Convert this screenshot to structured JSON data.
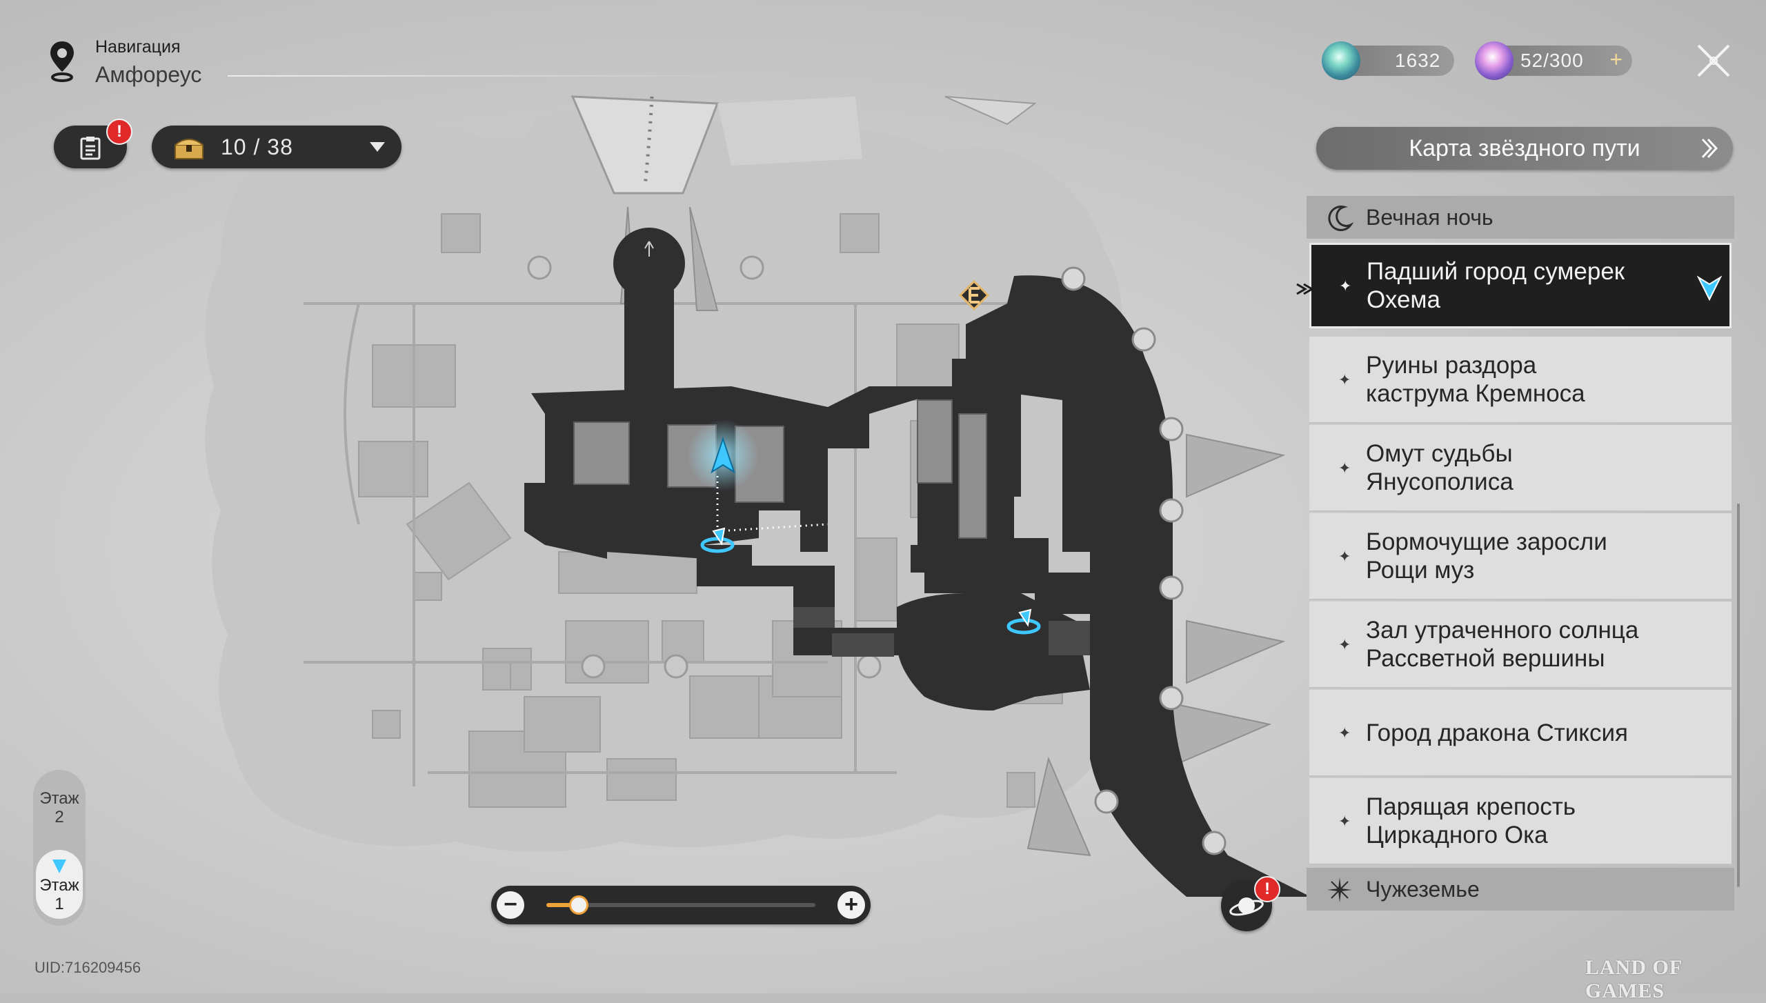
{
  "navigation": {
    "label": "Навигация",
    "location": "Амфореус"
  },
  "missions": {
    "alert": "!"
  },
  "chests": {
    "count": "10 / 38"
  },
  "currency": [
    {
      "name": "stellar-jade",
      "value": "1632"
    },
    {
      "name": "trailblaze-power",
      "value": "52/300",
      "plus": "+"
    }
  ],
  "panel": {
    "header": "Карта звёздного пути",
    "categories": [
      {
        "label": "Вечная ночь",
        "icon": "crescent-moon-icon"
      },
      {
        "label": "Чужеземье",
        "icon": "star-burst-icon"
      }
    ],
    "locations": [
      {
        "label": "Падший город сумерек\nОхема",
        "selected": true
      },
      {
        "label": "Руины раздора\nкаструма Кремноса"
      },
      {
        "label": "Омут судьбы\nЯнусополиса"
      },
      {
        "label": "Бормочущие заросли\nРощи муз"
      },
      {
        "label": "Зал утраченного солнца\nРассветной вершины"
      },
      {
        "label": "Город дракона Стиксия"
      },
      {
        "label": "Парящая крепость\nЦиркадного Ока"
      }
    ]
  },
  "floors": [
    {
      "label": "Этаж\n2",
      "active": false
    },
    {
      "label": "Этаж\n1",
      "active": true
    }
  ],
  "zoom": {
    "minus": "−",
    "plus": "+",
    "level": 0.12
  },
  "planet": {
    "alert": "!"
  },
  "uid": "UID:716209456",
  "watermark": "LAND OF GAMES",
  "colors": {
    "accent": "#3fc8ff",
    "alert": "#e02a2a",
    "zoom": "#f0a33a",
    "walkable": "#2f2f2f"
  }
}
